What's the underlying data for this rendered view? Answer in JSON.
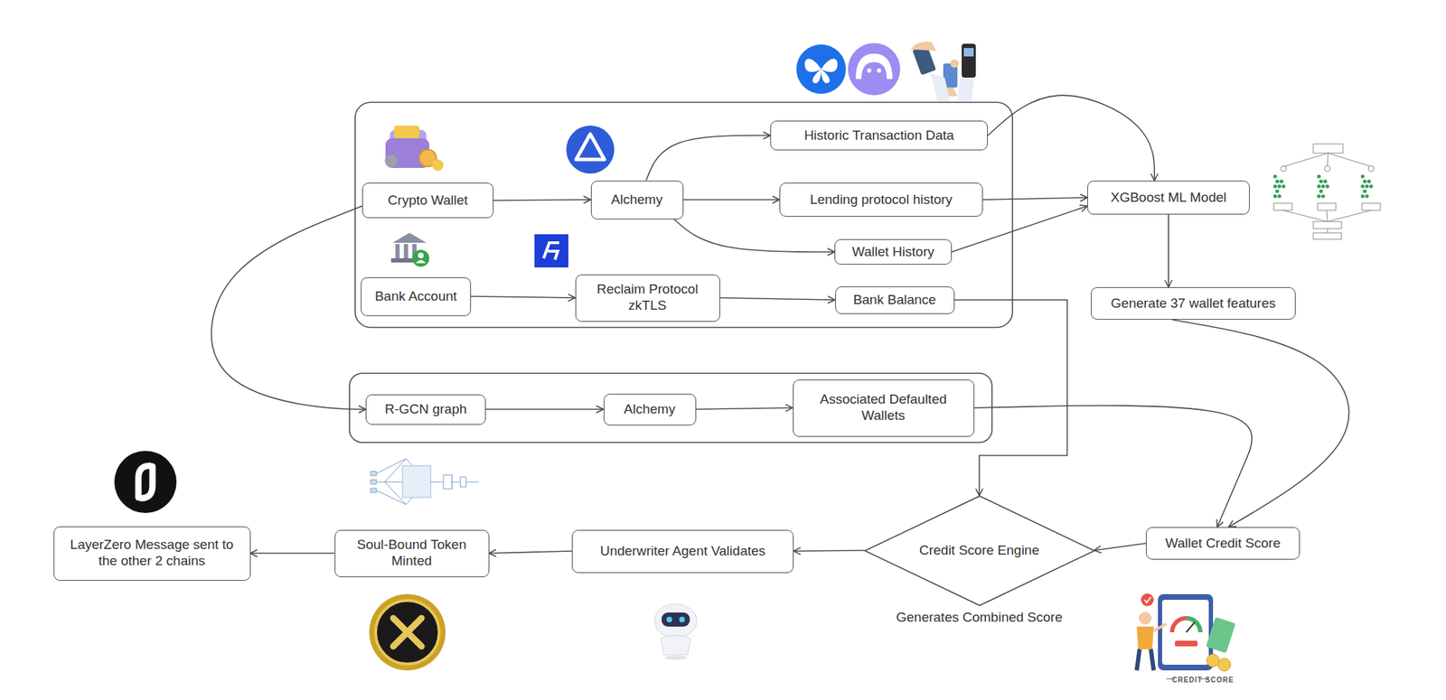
{
  "diagram": {
    "nodes": [
      {
        "text": [
          "Crypto Wallet"
        ]
      },
      {
        "text": [
          "Alchemy"
        ]
      },
      {
        "text": [
          "Historic Transaction Data"
        ]
      },
      {
        "text": [
          "Lending protocol history"
        ]
      },
      {
        "text": [
          "Wallet History"
        ]
      },
      {
        "text": [
          "Bank Account"
        ]
      },
      {
        "text": [
          "Reclaim Protocol zkTLS"
        ]
      },
      {
        "text": [
          "Bank Balance"
        ]
      },
      {
        "text": [
          "XGBoost ML Model"
        ]
      },
      {
        "text": [
          "Generate 37 wallet features"
        ]
      },
      {
        "text": [
          "R-GCN graph"
        ]
      },
      {
        "text": [
          "Alchemy"
        ]
      },
      {
        "text": [
          "Associated Defaulted Wallets"
        ]
      },
      {
        "text": [
          "Wallet Credit Score"
        ]
      },
      {
        "text": [
          "Credit Score Engine",
          "Generates Combined Score"
        ]
      },
      {
        "text": [
          "Underwriter Agent Validates"
        ]
      },
      {
        "text": [
          "Soul-Bound Token Minted"
        ]
      },
      {
        "text": [
          "LayerZero Message sent to the other 2 chains"
        ]
      }
    ],
    "edges": [
      {
        "from": 0,
        "to": 1,
        "arrow": "to"
      },
      {
        "from": 1,
        "to": 2,
        "arrow": "to"
      },
      {
        "from": 1,
        "to": 3,
        "arrow": "to"
      },
      {
        "from": 1,
        "to": 4,
        "arrow": "to"
      },
      {
        "from": 2,
        "to": 8,
        "arrow": "to"
      },
      {
        "from": 3,
        "to": 8,
        "arrow": "to"
      },
      {
        "from": 4,
        "to": 8,
        "arrow": "to"
      },
      {
        "from": 5,
        "to": 6,
        "arrow": "to"
      },
      {
        "from": 6,
        "to": 7,
        "arrow": "to"
      },
      {
        "from": 8,
        "to": 9,
        "arrow": "to"
      },
      {
        "from": 0,
        "to": 10,
        "arrow": "to"
      },
      {
        "from": 10,
        "to": 11,
        "arrow": "to"
      },
      {
        "from": 11,
        "to": 12,
        "arrow": "to"
      },
      {
        "from": 7,
        "to": 14,
        "arrow": "to"
      },
      {
        "from": 12,
        "to": 13,
        "arrow": "to"
      },
      {
        "from": 9,
        "to": 13,
        "arrow": "to"
      },
      {
        "from": 13,
        "to": 14,
        "arrow": "to"
      },
      {
        "from": 14,
        "to": 15,
        "arrow": "to"
      },
      {
        "from": 15,
        "to": 16,
        "arrow": "to"
      },
      {
        "from": 16,
        "to": 17,
        "arrow": "to"
      }
    ],
    "labels": [
      "CHECK",
      "CREDIT SCORE"
    ]
  }
}
